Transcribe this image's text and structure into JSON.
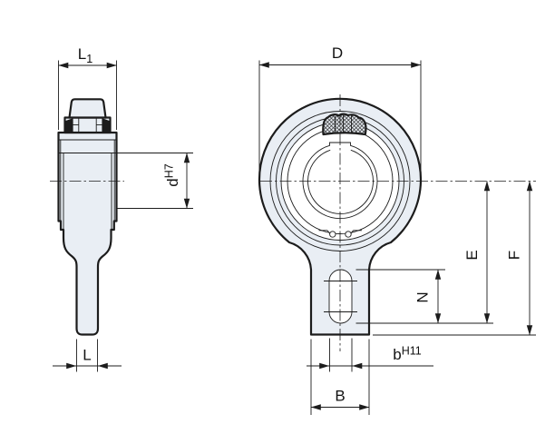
{
  "drawing_type": "technical-drawing-two-views-flanged-bearing-unit",
  "colors": {
    "background": "#ffffff",
    "part_fill": "#e9eef4",
    "line": "#1c1c1c"
  },
  "dimensions": {
    "l1": {
      "text": "L",
      "sub": "1",
      "orientation": "horizontal"
    },
    "outer_diameter": {
      "text": "D",
      "orientation": "horizontal"
    },
    "bore_diameter": {
      "text": "d",
      "sup": "H7",
      "orientation": "vertical"
    },
    "shaft_length": {
      "text": "L",
      "orientation": "horizontal"
    },
    "center_to_slot": {
      "text": "E",
      "orientation": "vertical"
    },
    "center_to_base": {
      "text": "F",
      "orientation": "vertical"
    },
    "slot_length": {
      "text": "N",
      "orientation": "vertical"
    },
    "slot_width": {
      "text": "b",
      "sup": "H11",
      "orientation": "horizontal"
    },
    "foot_width": {
      "text": "B",
      "orientation": "horizontal"
    }
  }
}
